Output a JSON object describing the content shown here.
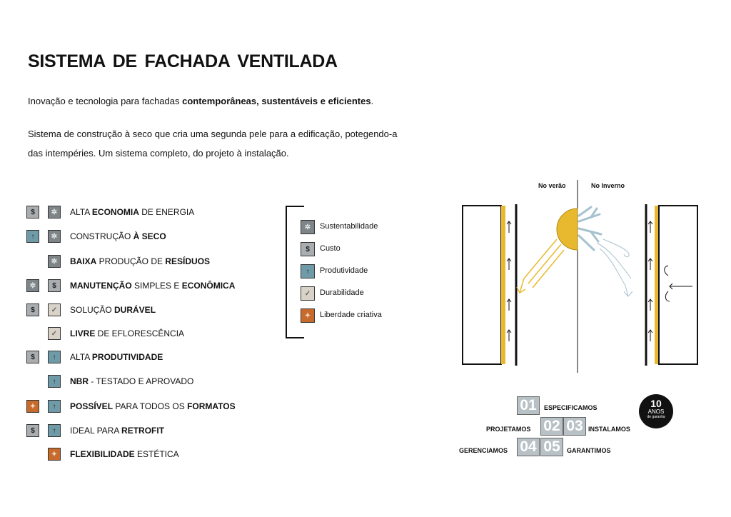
{
  "title": "SISTEMA DE  FACHADA VENTILADA",
  "intro": {
    "plain": "Inovação e tecnologia para fachadas ",
    "bold": "contemporâneas, sustentáveis e eficientes",
    "end": "."
  },
  "description": "Sistema de construção à seco que cria uma segunda pele para a edificação, potegendo-a das intempéries.  Um sistema completo, do projeto à instalação.",
  "features": [
    {
      "icons": [
        "custo-icon",
        "sustentabilidade-icon"
      ],
      "parts": [
        {
          "t": "ALTA ",
          "b": false
        },
        {
          "t": "ECONOMIA",
          "b": true
        },
        {
          "t": " DE ENERGIA",
          "b": false
        }
      ]
    },
    {
      "icons": [
        "produtividade-icon",
        "sustentabilidade-icon"
      ],
      "parts": [
        {
          "t": "CONSTRUÇÃO ",
          "b": false
        },
        {
          "t": "À SECO",
          "b": true
        }
      ]
    },
    {
      "icons": [
        "sustentabilidade-icon"
      ],
      "parts": [
        {
          "t": "BAIXA",
          "b": true
        },
        {
          "t": " PRODUÇÃO DE ",
          "b": false
        },
        {
          "t": "RESÍDUOS",
          "b": true
        }
      ]
    },
    {
      "icons": [
        "sustentabilidade-icon",
        "custo-icon"
      ],
      "parts": [
        {
          "t": "MANUTENÇÃO",
          "b": true
        },
        {
          "t": " SIMPLES E ",
          "b": false
        },
        {
          "t": "ECONÔMICA",
          "b": true
        }
      ]
    },
    {
      "icons": [
        "custo-icon",
        "durabilidade-icon"
      ],
      "parts": [
        {
          "t": "SOLUÇÃO ",
          "b": false
        },
        {
          "t": "DURÁVEL",
          "b": true
        }
      ]
    },
    {
      "icons": [
        "durabilidade-icon"
      ],
      "parts": [
        {
          "t": "LIVRE",
          "b": true
        },
        {
          "t": " DE EFLORESCÊNCIA",
          "b": false
        }
      ]
    },
    {
      "icons": [
        "custo-icon",
        "produtividade-icon"
      ],
      "parts": [
        {
          "t": "ALTA ",
          "b": false
        },
        {
          "t": "PRODUTIVIDADE",
          "b": true
        }
      ]
    },
    {
      "icons": [
        "produtividade-icon"
      ],
      "parts": [
        {
          "t": "NBR",
          "b": true
        },
        {
          "t": " - TESTADO E APROVADO",
          "b": false
        }
      ]
    },
    {
      "icons": [
        "liberdade-icon",
        "produtividade-icon"
      ],
      "parts": [
        {
          "t": "POSSÍVEL",
          "b": true
        },
        {
          "t": " PARA TODOS OS ",
          "b": false
        },
        {
          "t": "FORMATOS",
          "b": true
        }
      ]
    },
    {
      "icons": [
        "custo-icon",
        "produtividade-icon"
      ],
      "parts": [
        {
          "t": "IDEAL PARA ",
          "b": false
        },
        {
          "t": "RETROFIT",
          "b": true
        }
      ]
    },
    {
      "icons": [
        "liberdade-icon"
      ],
      "parts": [
        {
          "t": "FLEXIBILIDADE",
          "b": true
        },
        {
          "t": " ESTÉTICA",
          "b": false
        }
      ]
    }
  ],
  "legend": [
    {
      "icon": "sustentabilidade-icon",
      "label": "Sustentabilidade"
    },
    {
      "icon": "custo-icon",
      "label": "Custo"
    },
    {
      "icon": "produtividade-icon",
      "label": "Produtividade"
    },
    {
      "icon": "durabilidade-icon",
      "label": "Durabilidade"
    },
    {
      "icon": "liberdade-icon",
      "label": "Liberdade criativa"
    }
  ],
  "diagram": {
    "summer_label": "No verão",
    "winter_label": "No Inverno"
  },
  "steps": {
    "n01": "01",
    "n02": "02",
    "n03": "03",
    "n04": "04",
    "n05": "05",
    "especificamos": "ESPECIFICAMOS",
    "projetamos": "PROJETAMOS",
    "instalamos": "INSTALAMOS",
    "gerenciamos": "GERENCIAMOS",
    "garantimos": "GARANTIMOS"
  },
  "badge": {
    "years": "10",
    "anos": "ANOS",
    "garantia": "de garantia"
  },
  "colors": {
    "sustentabilidade": "#7e8588",
    "custo": "#a9adb0",
    "produtividade": "#6f9ba8",
    "durabilidade": "#d8d2c8",
    "liberdade": "#c86a2c",
    "sun": "#e8b92f",
    "cold": "#a7c2cf"
  }
}
